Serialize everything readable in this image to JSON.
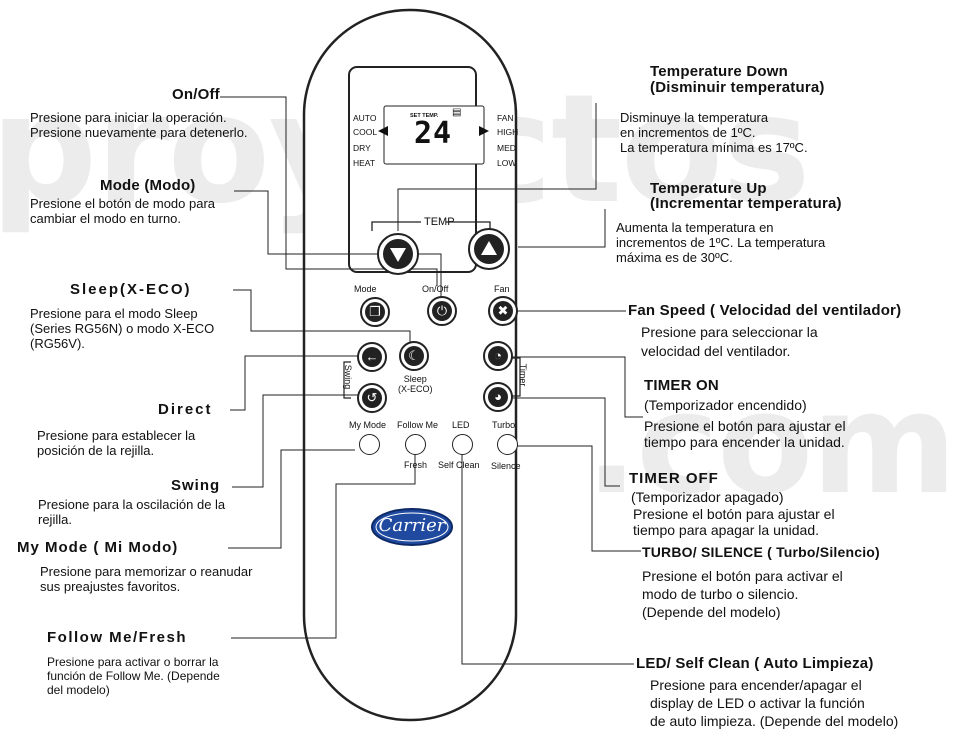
{
  "watermark": {
    "text_1": "proyectos",
    "text_2": ".com"
  },
  "remote": {
    "lcd": {
      "modes_left": [
        "AUTO",
        "COOL",
        "DRY",
        "HEAT"
      ],
      "modes_right": [
        "FAN",
        "HIGH",
        "MED",
        "LOW"
      ],
      "set_temp_label": "SET TEMP.",
      "temperature": "24"
    },
    "temp_label": "TEMP",
    "labels": {
      "mode": "Mode",
      "on_off": "On/Off",
      "fan": "Fan",
      "sleep": "Sleep\n(X-ECO)",
      "swing": "Swing",
      "timer": "Timer",
      "my_mode": "My Mode",
      "follow_me": "Follow Me",
      "led": "LED",
      "turbo": "Turbo",
      "fresh": "Fresh",
      "self_clean": "Self Clean",
      "silence": "Silence"
    },
    "brand": "Carrier"
  },
  "annotations": {
    "on_off": {
      "title": "On/Off",
      "desc": "Presione para iniciar la operación.\nPresione nuevamente para detenerlo."
    },
    "mode": {
      "title": "Mode (Modo)",
      "desc": "Presione el botón de modo para\ncambiar el modo en turno."
    },
    "sleep": {
      "title": "Sleep(X-ECO)",
      "desc": "Presione para el modo Sleep\n(Series RG56N) o modo X-ECO\n(RG56V)."
    },
    "direct": {
      "title": "Direct",
      "desc": "Presione para establecer la\nposición de la rejilla."
    },
    "swing": {
      "title": "Swing",
      "desc": "Presione para la oscilación de la\nrejilla."
    },
    "my_mode": {
      "title": "My Mode ( Mi Modo)",
      "desc": "Presione para memorizar o reanudar\nsus preajustes favoritos."
    },
    "follow_me": {
      "title": "Follow Me/Fresh",
      "desc": "Presione para activar o borrar la\nfunción de Follow Me. (Depende\ndel modelo)"
    },
    "temp_down": {
      "title": "Temperature Down\n(Disminuir temperatura)",
      "desc": "Disminuye la temperatura\nen incrementos de 1ºC.\nLa temperatura mínima es 17ºC."
    },
    "temp_up": {
      "title": "Temperature Up\n(Incrementar temperatura)",
      "desc": "Aumenta la temperatura en\nincrementos de 1ºC. La temperatura\nmáxima es de 30ºC."
    },
    "fan_speed": {
      "title": "Fan Speed ( Velocidad del ventilador)",
      "desc": "Presione para seleccionar la\nvelocidad del ventilador."
    },
    "timer_on": {
      "title": "TIMER ON",
      "sub": "(Temporizador encendido)",
      "desc": "Presione el botón para ajustar el\ntiempo para encender la unidad."
    },
    "timer_off": {
      "title": "TIMER OFF",
      "sub": "(Temporizador apagado)",
      "desc": "Presione el botón para ajustar el\ntiempo para apagar la unidad."
    },
    "turbo": {
      "title": "TURBO/ SILENCE ( Turbo/Silencio)",
      "desc": "Presione el botón para activar el\nmodo de turbo o silencio.\n(Depende del modelo)"
    },
    "led": {
      "title": "LED/ Self Clean ( Auto Limpieza)",
      "desc": "Presione para encender/apagar el\ndisplay de LED o activar la función\nde auto limpieza. (Depende del modelo)"
    }
  },
  "colors": {
    "ink": "#111111",
    "remote_outline": "#222222",
    "brand_blue": "#1f4aa0",
    "watermark": "#ececec"
  }
}
